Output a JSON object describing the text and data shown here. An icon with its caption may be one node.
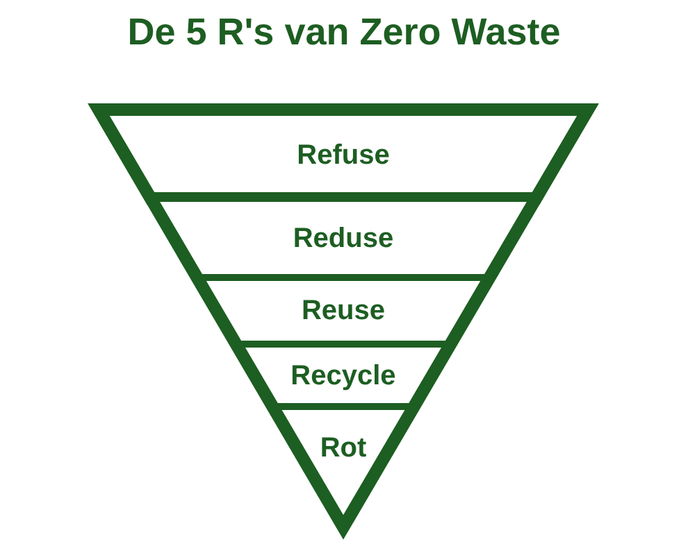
{
  "diagram": {
    "title": "De 5 R's van Zero Waste",
    "nodes": [
      {
        "text": [
          "Refuse"
        ]
      },
      {
        "text": [
          "Reduse"
        ]
      },
      {
        "text": [
          "Reuse"
        ]
      },
      {
        "text": [
          "Recycle"
        ]
      },
      {
        "text": [
          "Rot"
        ]
      }
    ]
  }
}
